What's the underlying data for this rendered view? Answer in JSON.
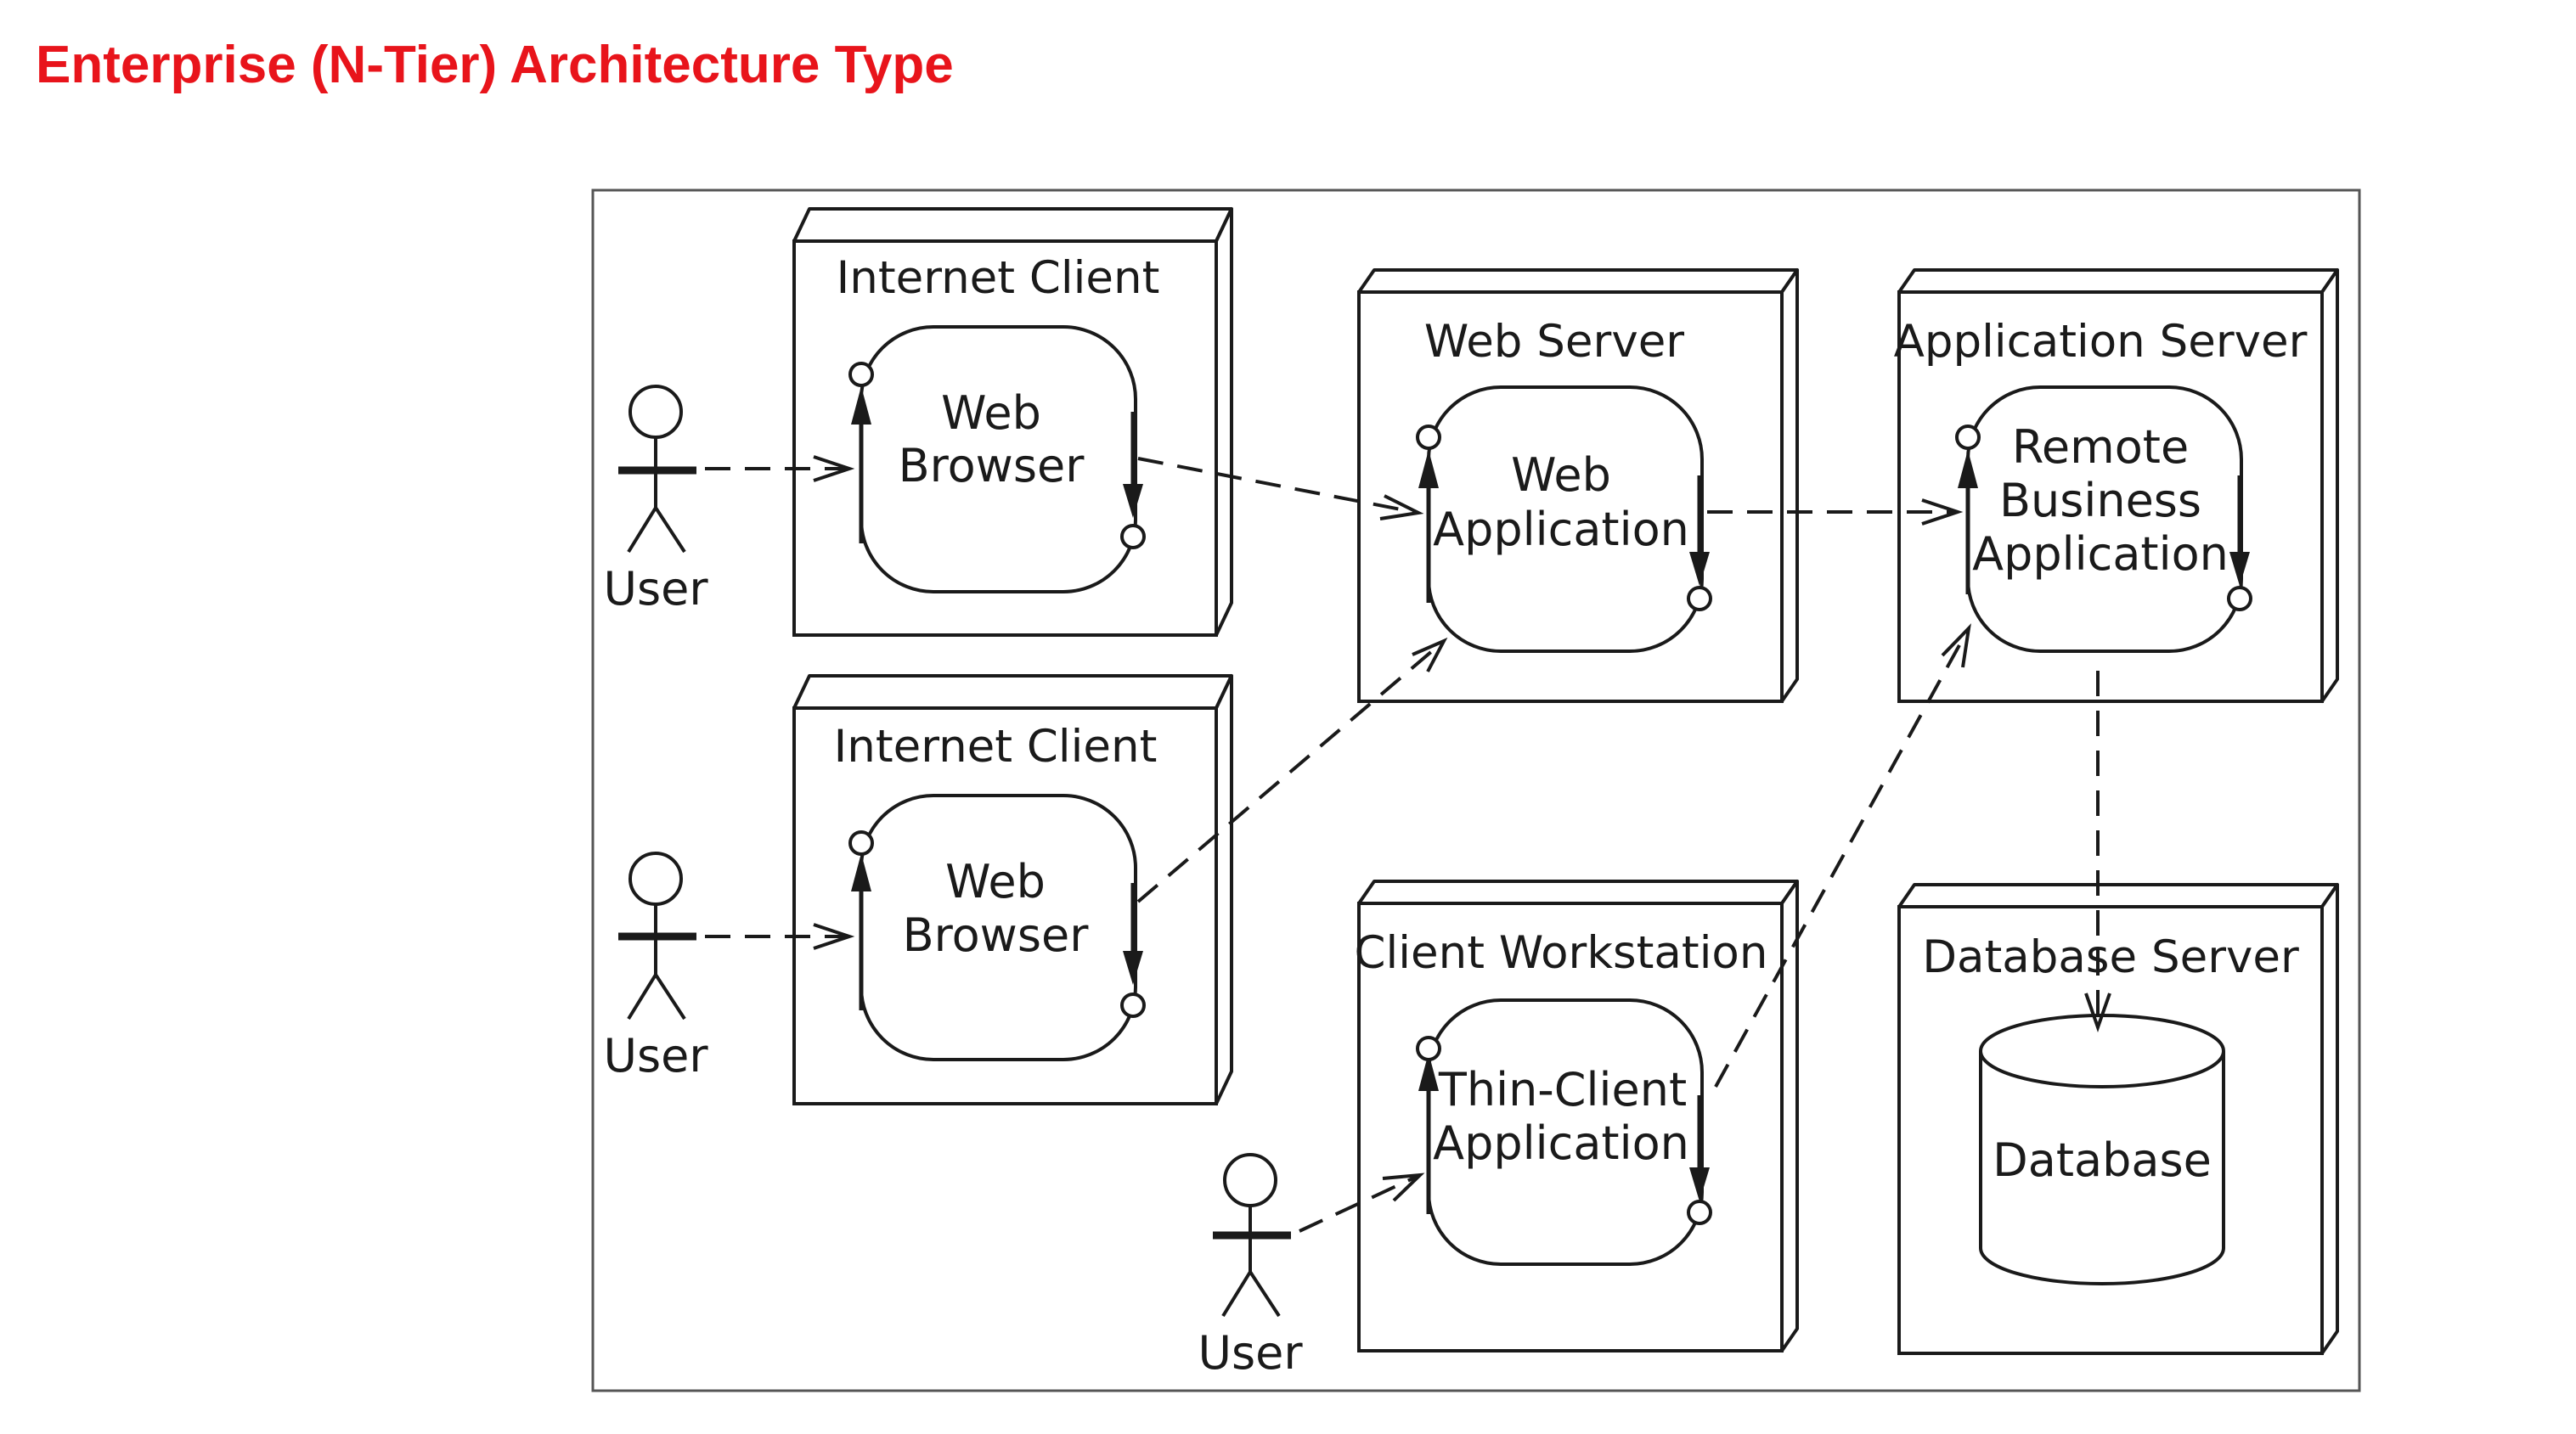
{
  "title": "Enterprise (N-Tier) Architecture Type",
  "nodes": {
    "internet_client_1": {
      "title": "Internet Client",
      "component": [
        "Web",
        "Browser"
      ]
    },
    "internet_client_2": {
      "title": "Internet Client",
      "component": [
        "Web",
        "Browser"
      ]
    },
    "web_server": {
      "title": "Web Server",
      "component": [
        "Web",
        "Application"
      ]
    },
    "application_server": {
      "title": "Application Server",
      "component": [
        "Remote",
        "Business",
        "Application"
      ]
    },
    "client_workstation": {
      "title": "Client Workstation",
      "component": [
        "Thin-Client",
        "Application"
      ]
    },
    "database_server": {
      "title": "Database Server",
      "component": [
        "Database"
      ]
    }
  },
  "actors": {
    "user_1": "User",
    "user_2": "User",
    "user_3": "User"
  },
  "colors": {
    "title": "#e8141b",
    "line": "#1a1a1a"
  }
}
